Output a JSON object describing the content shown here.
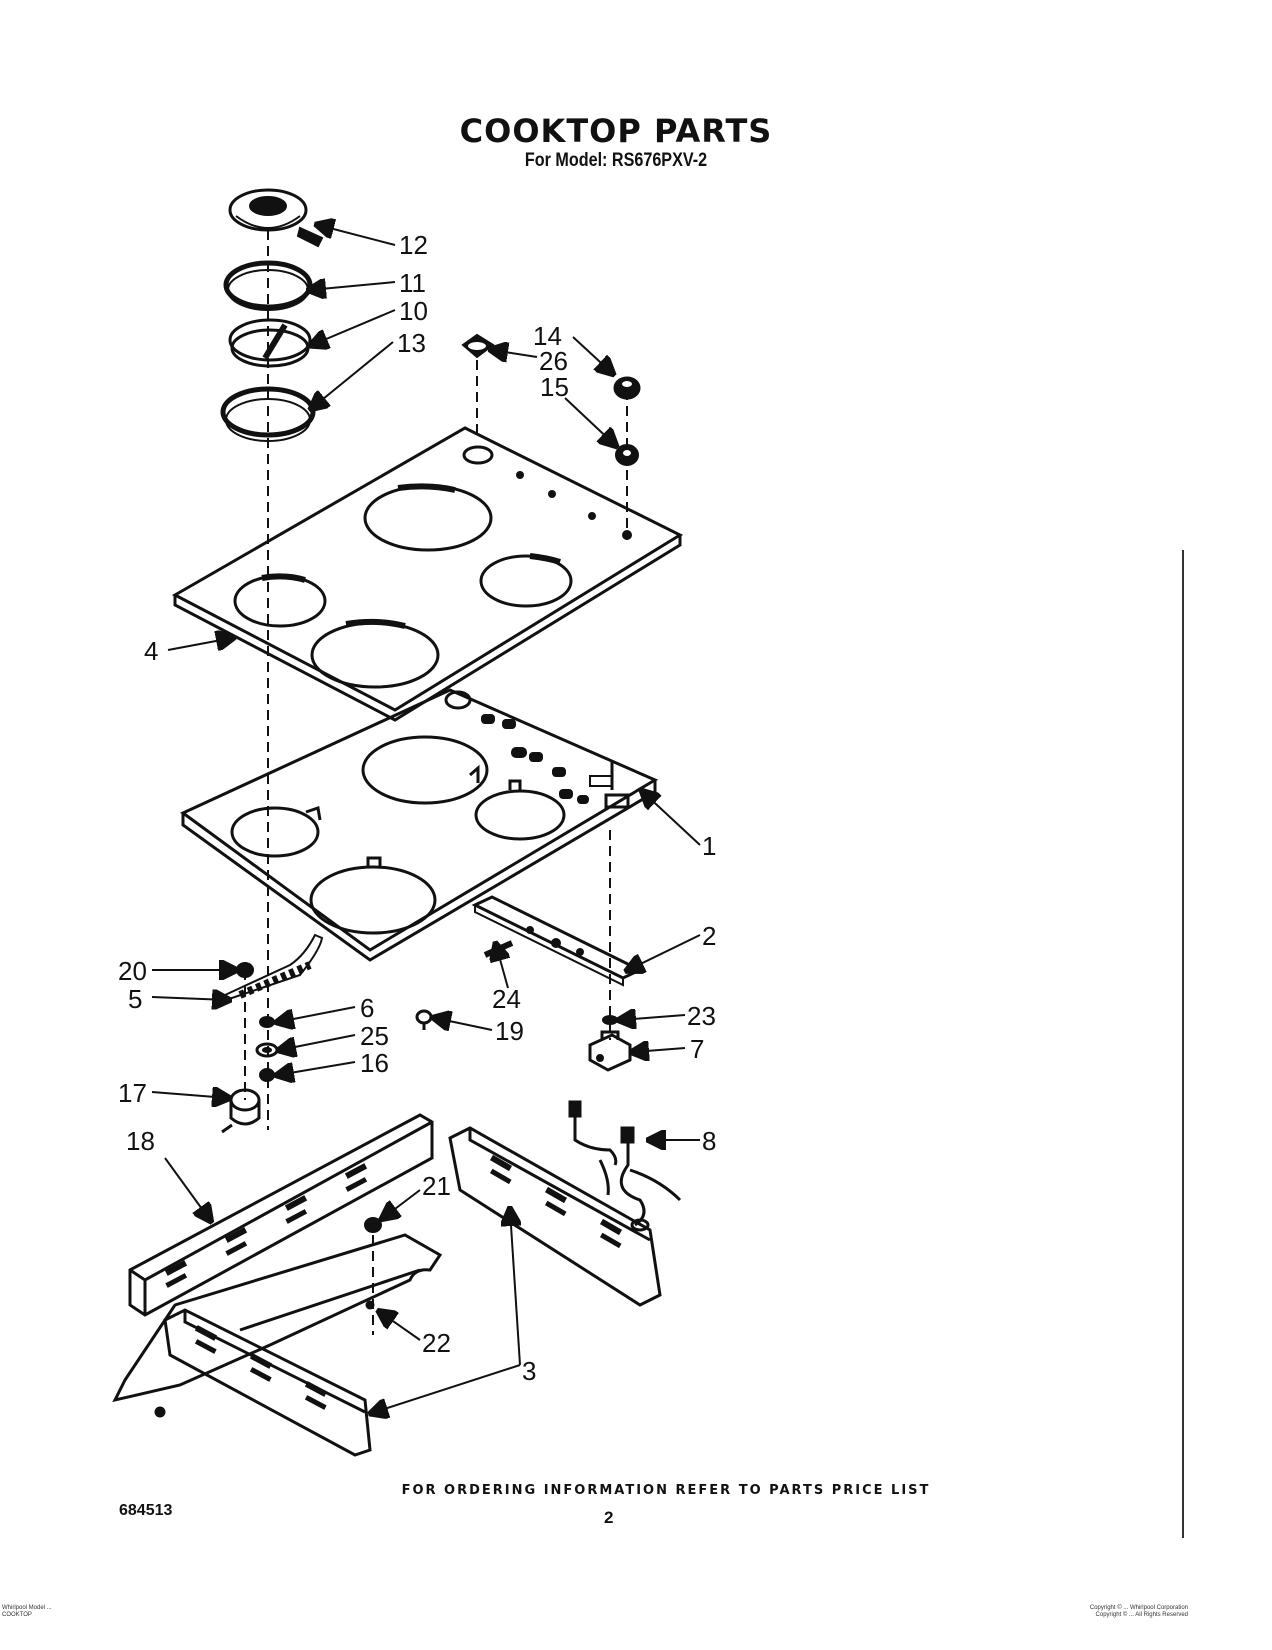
{
  "header": {
    "title": "COOKTOP PARTS",
    "subtitle": "For Model: RS676PXV-2"
  },
  "callouts": [
    {
      "id": "c1",
      "label": "1"
    },
    {
      "id": "c2",
      "label": "2"
    },
    {
      "id": "c3",
      "label": "3"
    },
    {
      "id": "c4",
      "label": "4"
    },
    {
      "id": "c5",
      "label": "5"
    },
    {
      "id": "c6",
      "label": "6"
    },
    {
      "id": "c7",
      "label": "7"
    },
    {
      "id": "c8",
      "label": "8"
    },
    {
      "id": "c10",
      "label": "10"
    },
    {
      "id": "c11",
      "label": "11"
    },
    {
      "id": "c12",
      "label": "12"
    },
    {
      "id": "c13",
      "label": "13"
    },
    {
      "id": "c14",
      "label": "14"
    },
    {
      "id": "c15",
      "label": "15"
    },
    {
      "id": "c16",
      "label": "16"
    },
    {
      "id": "c17",
      "label": "17"
    },
    {
      "id": "c18",
      "label": "18"
    },
    {
      "id": "c19",
      "label": "19"
    },
    {
      "id": "c20",
      "label": "20"
    },
    {
      "id": "c21",
      "label": "21"
    },
    {
      "id": "c22",
      "label": "22"
    },
    {
      "id": "c23",
      "label": "23"
    },
    {
      "id": "c24",
      "label": "24"
    },
    {
      "id": "c25",
      "label": "25"
    },
    {
      "id": "c26",
      "label": "26"
    }
  ],
  "footer": {
    "note": "FOR ORDERING INFORMATION REFER TO PARTS PRICE LIST",
    "doc_number": "684513",
    "page_number": "2",
    "left_fine_print": [
      "Whirlpool Model ...",
      "COOKTOP"
    ],
    "right_fine_print": [
      "Copyright © ... Whirlpool Corporation",
      "Copyright © ... All Rights Reserved"
    ]
  }
}
